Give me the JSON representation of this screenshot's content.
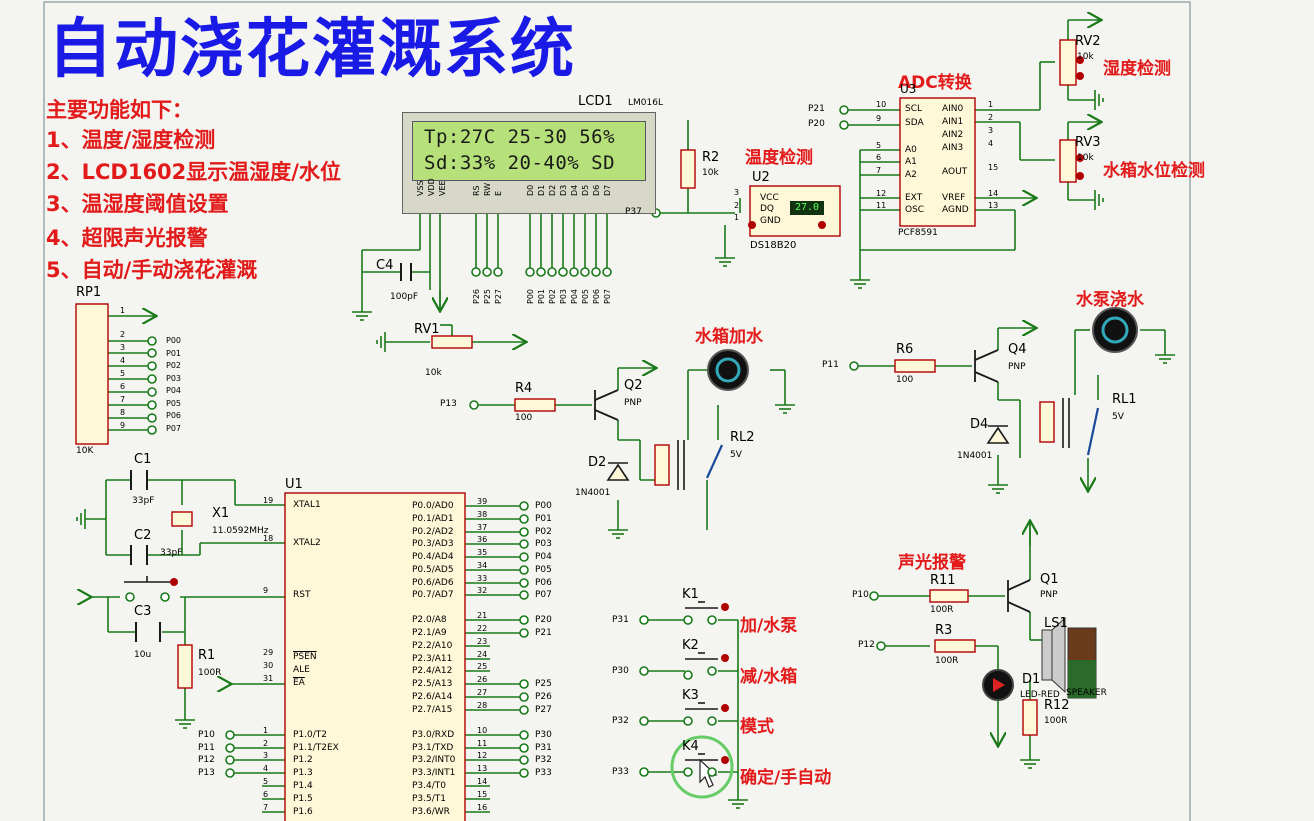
{
  "title": "自动浇花灌溉系统",
  "features": [
    "主要功能如下：",
    "1、温度/湿度检测",
    "2、LCD1602显示温湿度/水位",
    "3、温湿度阈值设置",
    "4、超限声光报警",
    "5、自动/手动浇花灌溉"
  ],
  "lcd": {
    "ref": "LCD1",
    "model": "LM016L",
    "line1": "Tp:27C 25-30 56%",
    "line2": "Sd:33% 20-40% SD",
    "pins": [
      "VSS",
      "VDD",
      "VEE",
      "RS",
      "RW",
      "E",
      "D0",
      "D1",
      "D2",
      "D3",
      "D4",
      "D5",
      "D6",
      "D7"
    ],
    "pin_nets": [
      "P26",
      "P25",
      "P27",
      "P00",
      "P01",
      "P02",
      "P03",
      "P04",
      "P05",
      "P06",
      "P07"
    ]
  },
  "section_labels": {
    "adc": "ADC转换",
    "temp_detect": "温度检测",
    "humidity_detect": "湿度检测",
    "tank_level": "水箱水位检测",
    "tank_fill": "水箱加水",
    "pump": "水泵浇水",
    "alarm": "声光报警"
  },
  "u3": {
    "ref": "U3",
    "model": "PCF8591",
    "left_pins": [
      "SCL",
      "SDA",
      "A0",
      "A1",
      "A2",
      "EXT",
      "OSC"
    ],
    "left_nums": [
      "10",
      "9",
      "5",
      "6",
      "7",
      "12",
      "11"
    ],
    "right_pins": [
      "AIN0",
      "AIN1",
      "AIN2",
      "AIN3",
      "AOUT",
      "VREF",
      "AGND"
    ],
    "right_nums": [
      "1",
      "2",
      "3",
      "4",
      "15",
      "14",
      "13"
    ],
    "nets": [
      "P21",
      "P20"
    ]
  },
  "u2": {
    "ref": "U2",
    "model": "DS18B20",
    "pins": [
      "VCC",
      "DQ",
      "GND"
    ],
    "pin_nums": [
      "3",
      "2",
      "1"
    ],
    "display": "27.0",
    "net": "P37"
  },
  "r2": {
    "ref": "R2",
    "value": "10k"
  },
  "rv2": {
    "ref": "RV2",
    "value": "10k"
  },
  "rv3": {
    "ref": "RV3",
    "value": "10k"
  },
  "c4": {
    "ref": "C4",
    "value": "100pF"
  },
  "rv1": {
    "ref": "RV1",
    "value": "10k"
  },
  "rp1": {
    "ref": "RP1",
    "value": "10K",
    "pins": [
      "1",
      "2",
      "3",
      "4",
      "5",
      "6",
      "7",
      "8",
      "9"
    ],
    "nets": [
      "P00",
      "P01",
      "P02",
      "P03",
      "P04",
      "P05",
      "P06",
      "P07"
    ]
  },
  "q2": {
    "ref": "Q2",
    "type": "PNP"
  },
  "r4": {
    "ref": "R4",
    "value": "100",
    "net": "P13"
  },
  "d2": {
    "ref": "D2",
    "model": "1N4001"
  },
  "rl2": {
    "ref": "RL2",
    "value": "5V"
  },
  "q4": {
    "ref": "Q4",
    "type": "PNP"
  },
  "r6": {
    "ref": "R6",
    "value": "100",
    "net": "P11"
  },
  "d4": {
    "ref": "D4",
    "model": "1N4001"
  },
  "rl1": {
    "ref": "RL1",
    "value": "5V"
  },
  "c1": {
    "ref": "C1",
    "value": "33pF"
  },
  "c2": {
    "ref": "C2",
    "value": "33pF"
  },
  "x1": {
    "ref": "X1",
    "value": "11.0592MHz"
  },
  "c3": {
    "ref": "C3",
    "value": "10u"
  },
  "r1": {
    "ref": "R1",
    "value": "100R"
  },
  "u1": {
    "ref": "U1",
    "left_pins": [
      "XTAL1",
      "XTAL2",
      "RST",
      "PSEN",
      "ALE",
      "EA",
      "P1.0/T2",
      "P1.1/T2EX",
      "P1.2",
      "P1.3",
      "P1.4",
      "P1.5",
      "P1.6"
    ],
    "left_nums": [
      "19",
      "18",
      "9",
      "29",
      "30",
      "31",
      "1",
      "2",
      "3",
      "4",
      "5",
      "6",
      "7"
    ],
    "right_pins": [
      "P0.0/AD0",
      "P0.1/AD1",
      "P0.2/AD2",
      "P0.3/AD3",
      "P0.4/AD4",
      "P0.5/AD5",
      "P0.6/AD6",
      "P0.7/AD7",
      "P2.0/A8",
      "P2.1/A9",
      "P2.2/A10",
      "P2.3/A11",
      "P2.4/A12",
      "P2.5/A13",
      "P2.6/A14",
      "P2.7/A15",
      "P3.0/RXD",
      "P3.1/TXD",
      "P3.2/INT0",
      "P3.3/INT1",
      "P3.4/T0",
      "P3.5/T1",
      "P3.6/WR"
    ],
    "right_nums": [
      "39",
      "38",
      "37",
      "36",
      "35",
      "34",
      "33",
      "32",
      "21",
      "22",
      "23",
      "24",
      "25",
      "26",
      "27",
      "28",
      "10",
      "11",
      "12",
      "13",
      "14",
      "15",
      "16"
    ],
    "left_nets": [
      "P10",
      "P11",
      "P12",
      "P13"
    ],
    "right_nets": [
      "P00",
      "P01",
      "P02",
      "P03",
      "P04",
      "P05",
      "P06",
      "P07",
      "P20",
      "P21",
      "",
      "",
      "",
      "P25",
      "P26",
      "P27",
      "P30",
      "P31",
      "P32",
      "P33"
    ]
  },
  "keys": [
    {
      "ref": "K1",
      "net": "P31",
      "label": "加/水泵"
    },
    {
      "ref": "K2",
      "net": "P30",
      "label": "减/水箱"
    },
    {
      "ref": "K3",
      "net": "P32",
      "label": "模式"
    },
    {
      "ref": "K4",
      "net": "P33",
      "label": "确定/手自动"
    }
  ],
  "q1": {
    "ref": "Q1",
    "type": "PNP"
  },
  "r11": {
    "ref": "R11",
    "value": "100R",
    "net": "P10"
  },
  "r3": {
    "ref": "R3",
    "value": "100R",
    "net": "P12"
  },
  "d1": {
    "ref": "D1",
    "model": "LED-RED"
  },
  "ls1": {
    "ref": "LS1",
    "model": "SPEAKER"
  },
  "r12": {
    "ref": "R12",
    "value": "100R"
  },
  "colors": {
    "title": "#1a1ae6",
    "annotation": "#e21a1a",
    "wire": "#1a7a1a",
    "part_red": "#b00000",
    "lcd_screen": "#b5e07a"
  }
}
